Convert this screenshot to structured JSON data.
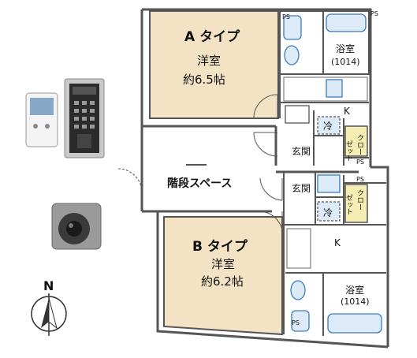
{
  "floorplan": {
    "unit_a": {
      "type_label": "A タイプ",
      "room_label": "洋室",
      "room_size": "約6.5帖"
    },
    "unit_b": {
      "type_label": "B タイプ",
      "room_label": "洋室",
      "room_size": "約6.2帖"
    },
    "bath_a": {
      "label": "浴室",
      "size": "(1014)"
    },
    "bath_b": {
      "label": "浴室",
      "size": "(1014)"
    },
    "fridge_label": "冷",
    "closet_label_left": "ゼット",
    "closet_label_right": "クロー",
    "entrance_label": "玄関",
    "kitchen_label": "K",
    "ps_label": "PS",
    "stairs_label": "階段スペース",
    "compass_label": "N"
  },
  "colors": {
    "room_fill": "#F3E3C4",
    "closet_fill": "#F5EDB2",
    "wall": "#555555",
    "fixture_stroke": "#3A7BBF",
    "fixture_fill": "#DCEBF7"
  },
  "equipment": {
    "intercom_monitor": "intercom-monitor",
    "entrance_panel": "entrance-keypad-panel",
    "security_camera": "security-camera"
  }
}
